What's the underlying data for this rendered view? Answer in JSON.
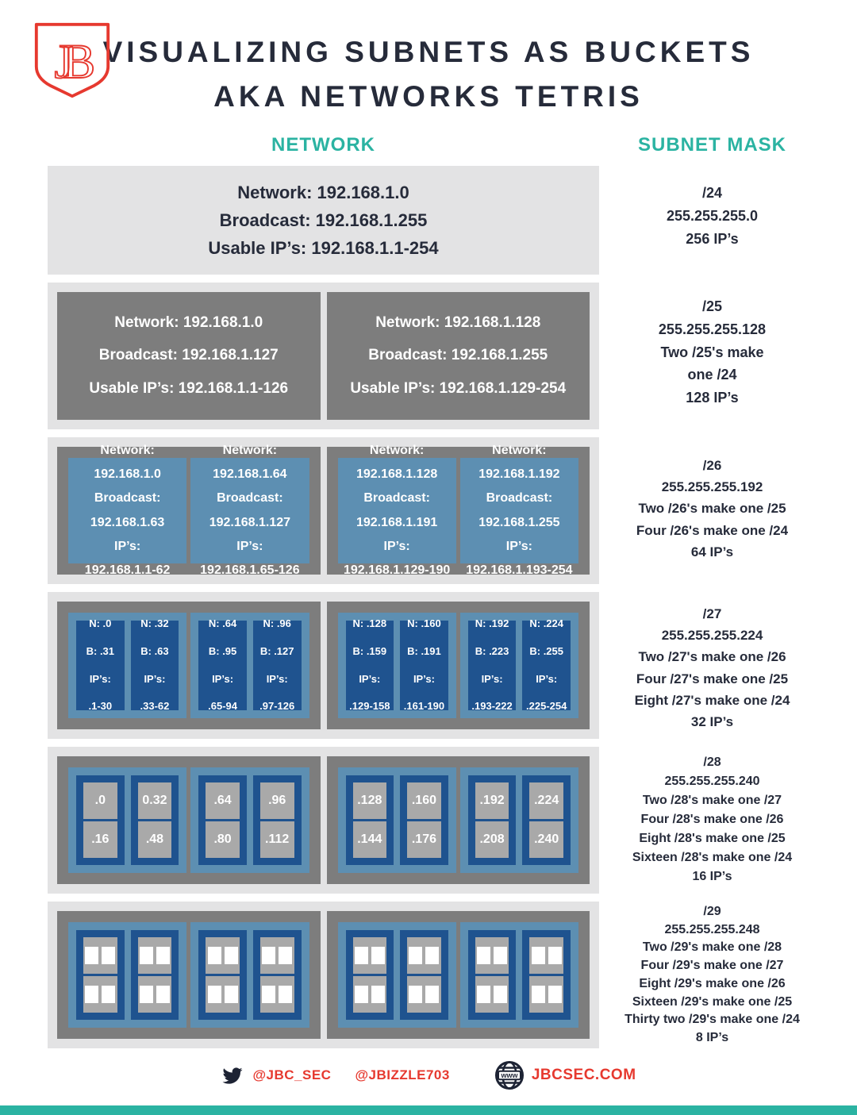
{
  "colors": {
    "accent_teal": "#2bb3a2",
    "brand_red": "#e6392f",
    "text_navy": "#262b3a",
    "bucket_dark_gray": "#7d7d7d",
    "bucket_light_gray": "#e3e3e4",
    "bucket_steel_blue": "#5d8fb2",
    "bucket_dark_blue": "#1f538f",
    "bucket_cell_gray": "#a9a9a9",
    "bucket_white_cell": "#ffffff"
  },
  "logo": {
    "icon": "jbc-shield-logo",
    "monogram": "JB"
  },
  "title": {
    "line1": "VISUALIZING SUBNETS AS BUCKETS",
    "line2": "AKA NETWORKS TETRIS"
  },
  "column_headers": {
    "network": "NETWORK",
    "subnet_mask": "SUBNET MASK"
  },
  "rows": [
    {
      "id": "slash24",
      "type": "single",
      "lines": [
        "Network: 192.168.1.0",
        "Broadcast: 192.168.1.255",
        "Usable IP’s: 192.168.1.1-254"
      ],
      "mask": [
        "/24",
        "255.255.255.0",
        "256 IP’s"
      ]
    },
    {
      "id": "slash25",
      "type": "nested",
      "depth": 1,
      "leaves": [
        [
          "Network: 192.168.1.0",
          "Broadcast: 192.168.1.127",
          "Usable IP’s: 192.168.1.1-126"
        ],
        [
          "Network: 192.168.1.128",
          "Broadcast: 192.168.1.255",
          "Usable IP’s: 192.168.1.129-254"
        ]
      ],
      "mask": [
        "/25",
        "255.255.255.128",
        "Two /25's make",
        "one /24",
        "128 IP’s"
      ]
    },
    {
      "id": "slash26",
      "type": "nested",
      "depth": 2,
      "leaves": [
        [
          "Network:",
          "192.168.1.0",
          "Broadcast:",
          "192.168.1.63",
          "IP’s:",
          "192.168.1.1-62"
        ],
        [
          "Network:",
          "192.168.1.64",
          "Broadcast:",
          "192.168.1.127",
          "IP’s:",
          "192.168.1.65-126"
        ],
        [
          "Network:",
          "192.168.1.128",
          "Broadcast:",
          "192.168.1.191",
          "IP’s:",
          "192.168.1.129-190"
        ],
        [
          "Network:",
          "192.168.1.192",
          "Broadcast:",
          "192.168.1.255",
          "IP’s:",
          "192.168.1.193-254"
        ]
      ],
      "mask": [
        "/26",
        "255.255.255.192",
        "Two /26's make one /25",
        "Four /26's make one /24",
        "64 IP’s"
      ]
    },
    {
      "id": "slash27",
      "type": "nested",
      "depth": 3,
      "leaves": [
        [
          "N: .0",
          "B: .31",
          "IP’s:",
          ".1-30"
        ],
        [
          "N: .32",
          "B: .63",
          "IP’s:",
          ".33-62"
        ],
        [
          "N: .64",
          "B: .95",
          "IP’s:",
          ".65-94"
        ],
        [
          "N: .96",
          "B: .127",
          "IP’s:",
          ".97-126"
        ],
        [
          "N: .128",
          "B: .159",
          "IP’s:",
          ".129-158"
        ],
        [
          "N: .160",
          "B: .191",
          "IP’s:",
          ".161-190"
        ],
        [
          "N: .192",
          "B: .223",
          "IP’s:",
          ".193-222"
        ],
        [
          "N: .224",
          "B: .255",
          "IP’s:",
          ".225-254"
        ]
      ],
      "mask": [
        "/27",
        "255.255.255.224",
        "Two /27's make one /26",
        "Four /27's make one /25",
        "Eight /27's make one /24",
        "32 IP’s"
      ]
    },
    {
      "id": "slash28",
      "type": "nested",
      "depth": 4,
      "leaves": [
        ".0",
        ".16",
        "0.32",
        ".48",
        ".64",
        ".80",
        ".96",
        ".112",
        ".128",
        ".144",
        ".160",
        ".176",
        ".192",
        ".208",
        ".224",
        ".240"
      ],
      "mask": [
        "/28",
        "255.255.255.240",
        "Two /28's make one /27",
        "Four /28's make one /26",
        "Eight /28's make one /25",
        "Sixteen /28's make one /24",
        "16 IP’s"
      ]
    },
    {
      "id": "slash29",
      "type": "nested",
      "depth": 5,
      "leaves": [
        "",
        "",
        "",
        "",
        "",
        "",
        "",
        "",
        "",
        "",
        "",
        "",
        "",
        "",
        "",
        "",
        "",
        "",
        "",
        "",
        "",
        "",
        "",
        "",
        "",
        "",
        "",
        "",
        "",
        "",
        "",
        ""
      ],
      "mask": [
        "/29",
        "255.255.255.248",
        "Two /29's make one /28",
        "Four /29's make one /27",
        "Eight /29's make one /26",
        "Sixteen /29's make one /25",
        "Thirty two /29's make one /24",
        "8 IP’s"
      ]
    }
  ],
  "footer": {
    "icons": [
      "twitter-icon",
      "globe-www-icon"
    ],
    "twitter_handle_1": "@JBC_SEC",
    "twitter_handle_2": "@JBIZZLE703",
    "globe_label": "www",
    "website": "JBCSEC.COM"
  }
}
